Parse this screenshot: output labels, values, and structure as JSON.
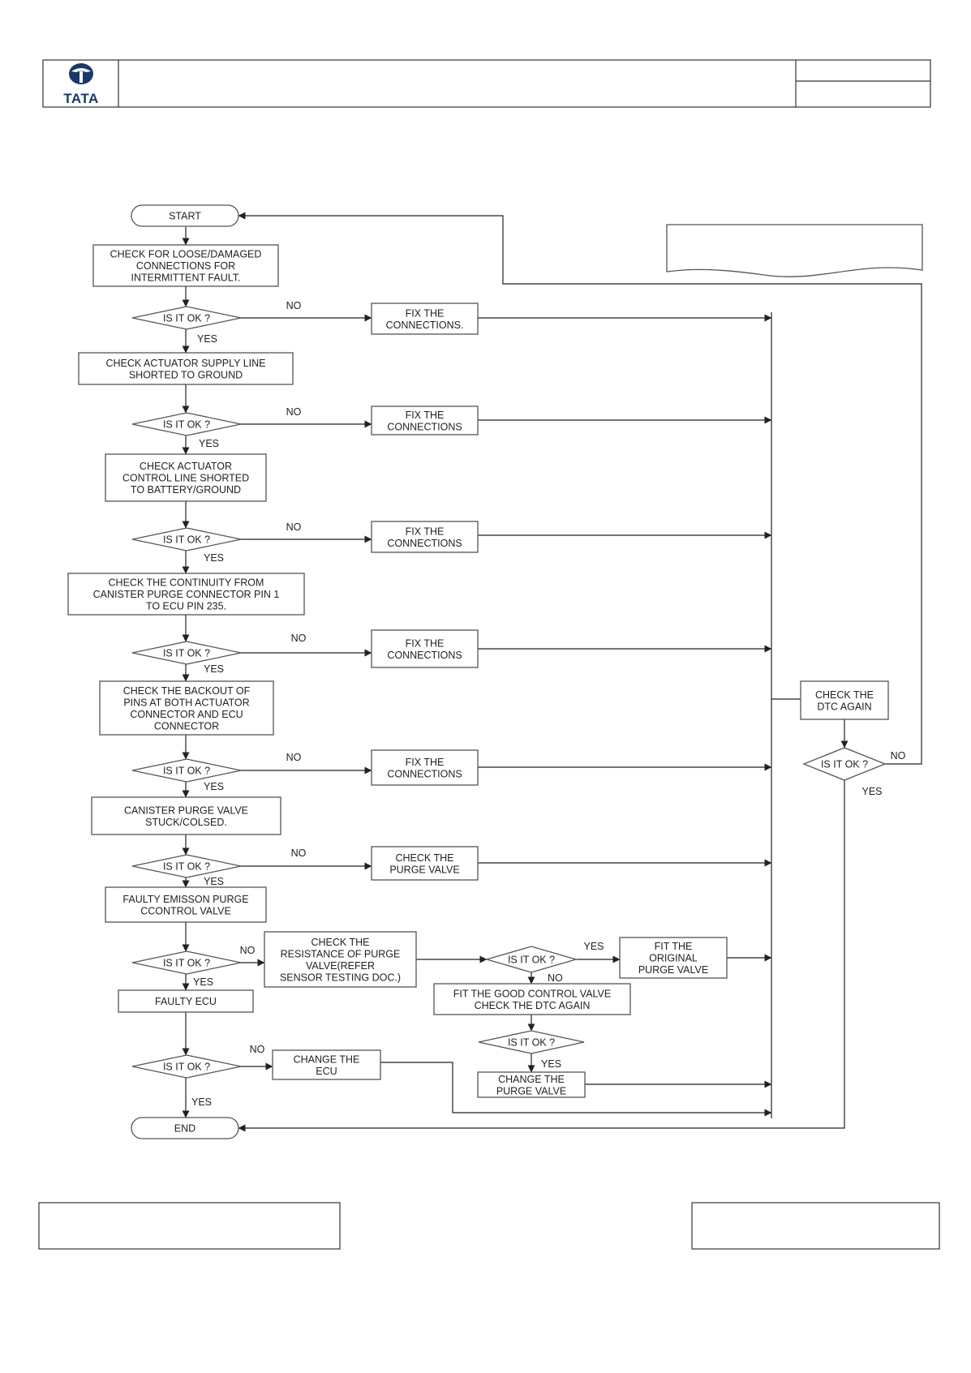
{
  "header": {
    "logo_text": "TATA",
    "title": "",
    "ref_top": "",
    "ref_bottom": ""
  },
  "footer": {
    "left": "",
    "center": "",
    "right": ""
  },
  "colors": {
    "logo": "#17396d",
    "stroke": "#222222",
    "box_border": "#555555"
  },
  "diagram": {
    "type": "flowchart",
    "nodes": [
      {
        "id": "start",
        "shape": "terminal",
        "lines": [
          "START"
        ]
      },
      {
        "id": "p1",
        "shape": "process",
        "lines": [
          "CHECK FOR LOOSE/DAMAGED",
          "CONNECTIONS FOR",
          "INTERMITTENT FAULT."
        ]
      },
      {
        "id": "d1",
        "shape": "decision",
        "lines": [
          "IS IT OK ?"
        ]
      },
      {
        "id": "f1",
        "shape": "process",
        "lines": [
          "FIX THE",
          "CONNECTIONS."
        ]
      },
      {
        "id": "p2",
        "shape": "process",
        "lines": [
          "CHECK ACTUATOR SUPPLY LINE",
          "SHORTED TO GROUND"
        ]
      },
      {
        "id": "d2",
        "shape": "decision",
        "lines": [
          "IS IT OK ?"
        ]
      },
      {
        "id": "f2",
        "shape": "process",
        "lines": [
          "FIX THE",
          "CONNECTIONS"
        ]
      },
      {
        "id": "p3",
        "shape": "process",
        "lines": [
          "CHECK ACTUATOR",
          "CONTROL LINE SHORTED",
          "TO BATTERY/GROUND"
        ]
      },
      {
        "id": "d3",
        "shape": "decision",
        "lines": [
          "IS IT OK ?"
        ]
      },
      {
        "id": "f3",
        "shape": "process",
        "lines": [
          "FIX THE",
          "CONNECTIONS"
        ]
      },
      {
        "id": "p4",
        "shape": "process",
        "lines": [
          "CHECK THE  CONTINUITY FROM",
          "CANISTER PURGE CONNECTOR PIN 1",
          "TO ECU PIN 235."
        ]
      },
      {
        "id": "d4",
        "shape": "decision",
        "lines": [
          "IS IT OK ?"
        ]
      },
      {
        "id": "f4",
        "shape": "process",
        "lines": [
          "FIX THE",
          "CONNECTIONS"
        ]
      },
      {
        "id": "p5",
        "shape": "process",
        "lines": [
          "CHECK THE BACKOUT OF",
          "PINS AT BOTH ACTUATOR",
          "CONNECTOR AND ECU",
          "CONNECTOR"
        ]
      },
      {
        "id": "d5",
        "shape": "decision",
        "lines": [
          "IS IT OK ?"
        ]
      },
      {
        "id": "f5",
        "shape": "process",
        "lines": [
          "FIX THE",
          "CONNECTIONS"
        ]
      },
      {
        "id": "p6",
        "shape": "process",
        "lines": [
          "CANISTER PURGE VALVE",
          "STUCK/COLSED."
        ]
      },
      {
        "id": "d6",
        "shape": "decision",
        "lines": [
          "IS IT OK ?"
        ]
      },
      {
        "id": "f6",
        "shape": "process",
        "lines": [
          "CHECK THE",
          "PURGE VALVE"
        ]
      },
      {
        "id": "p7",
        "shape": "process",
        "lines": [
          "FAULTY EMISSON PURGE",
          "CCONTROL VALVE"
        ]
      },
      {
        "id": "d7",
        "shape": "decision",
        "lines": [
          "IS IT OK ?"
        ]
      },
      {
        "id": "p8",
        "shape": "process",
        "lines": [
          "CHECK THE",
          "RESISTANCE OF PURGE",
          "VALVE(REFER",
          "SENSOR TESTING DOC.)"
        ]
      },
      {
        "id": "d8",
        "shape": "decision",
        "lines": [
          "IS IT OK ?"
        ]
      },
      {
        "id": "p9",
        "shape": "process",
        "lines": [
          "FIT THE",
          "ORIGINAL",
          "PURGE VALVE"
        ]
      },
      {
        "id": "p10",
        "shape": "process",
        "lines": [
          "FIT THE GOOD CONTROL VALVE",
          "CHECK THE DTC AGAIN"
        ]
      },
      {
        "id": "d9",
        "shape": "decision",
        "lines": [
          "IS IT OK ?"
        ]
      },
      {
        "id": "p11",
        "shape": "process",
        "lines": [
          "CHANGE THE",
          "PURGE VALVE"
        ]
      },
      {
        "id": "p12",
        "shape": "process",
        "lines": [
          "FAULTY ECU"
        ]
      },
      {
        "id": "d10",
        "shape": "decision",
        "lines": [
          "IS IT OK ?"
        ]
      },
      {
        "id": "p13",
        "shape": "process",
        "lines": [
          "CHANGE THE",
          "ECU"
        ]
      },
      {
        "id": "end",
        "shape": "terminal",
        "lines": [
          "END"
        ]
      },
      {
        "id": "p14",
        "shape": "process",
        "lines": [
          "CHECK THE",
          "DTC AGAIN"
        ]
      },
      {
        "id": "d11",
        "shape": "decision",
        "lines": [
          "IS IT OK ?"
        ]
      },
      {
        "id": "note",
        "shape": "document",
        "lines": []
      }
    ],
    "edges": [
      {
        "from": "start",
        "to": "p1",
        "label": ""
      },
      {
        "from": "p1",
        "to": "d1",
        "label": ""
      },
      {
        "from": "d1",
        "to": "f1",
        "label": "NO"
      },
      {
        "from": "d1",
        "to": "p2",
        "label": "YES"
      },
      {
        "from": "p2",
        "to": "d2",
        "label": ""
      },
      {
        "from": "d2",
        "to": "f2",
        "label": "NO"
      },
      {
        "from": "d2",
        "to": "p3",
        "label": "YES"
      },
      {
        "from": "p3",
        "to": "d3",
        "label": ""
      },
      {
        "from": "d3",
        "to": "f3",
        "label": "NO"
      },
      {
        "from": "d3",
        "to": "p4",
        "label": "YES"
      },
      {
        "from": "p4",
        "to": "d4",
        "label": ""
      },
      {
        "from": "d4",
        "to": "f4",
        "label": "NO"
      },
      {
        "from": "d4",
        "to": "p5",
        "label": "YES"
      },
      {
        "from": "p5",
        "to": "d5",
        "label": ""
      },
      {
        "from": "d5",
        "to": "f5",
        "label": "NO"
      },
      {
        "from": "d5",
        "to": "p6",
        "label": "YES"
      },
      {
        "from": "p6",
        "to": "d6",
        "label": ""
      },
      {
        "from": "d6",
        "to": "f6",
        "label": "NO"
      },
      {
        "from": "d6",
        "to": "p7",
        "label": "YES"
      },
      {
        "from": "p7",
        "to": "d7",
        "label": ""
      },
      {
        "from": "d7",
        "to": "p8",
        "label": "NO"
      },
      {
        "from": "d7",
        "to": "p12",
        "label": "YES"
      },
      {
        "from": "p8",
        "to": "d8",
        "label": ""
      },
      {
        "from": "d8",
        "to": "p9",
        "label": "YES"
      },
      {
        "from": "d8",
        "to": "p10",
        "label": "NO"
      },
      {
        "from": "p10",
        "to": "d9",
        "label": ""
      },
      {
        "from": "d9",
        "to": "p11",
        "label": "YES"
      },
      {
        "from": "p12",
        "to": "d10",
        "label": ""
      },
      {
        "from": "d10",
        "to": "p13",
        "label": "NO"
      },
      {
        "from": "d10",
        "to": "end",
        "label": "YES"
      },
      {
        "from": "f1",
        "to": "p14",
        "label": ""
      },
      {
        "from": "f2",
        "to": "p14",
        "label": ""
      },
      {
        "from": "f3",
        "to": "p14",
        "label": ""
      },
      {
        "from": "f4",
        "to": "p14",
        "label": ""
      },
      {
        "from": "f5",
        "to": "p14",
        "label": ""
      },
      {
        "from": "f6",
        "to": "p14",
        "label": ""
      },
      {
        "from": "p9",
        "to": "p14",
        "label": ""
      },
      {
        "from": "p11",
        "to": "p14",
        "label": ""
      },
      {
        "from": "p13",
        "to": "p14",
        "label": ""
      },
      {
        "from": "p14",
        "to": "d11",
        "label": ""
      },
      {
        "from": "d11",
        "to": "start",
        "label": "NO"
      },
      {
        "from": "d11",
        "to": "end",
        "label": "YES"
      }
    ]
  }
}
